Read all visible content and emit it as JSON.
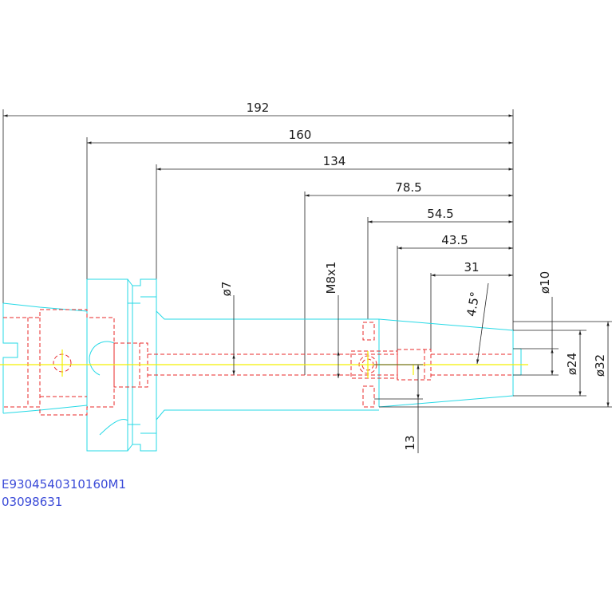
{
  "dimensions": {
    "len_192": "192",
    "len_160": "160",
    "len_134": "134",
    "len_78_5": "78.5",
    "len_54_5": "54.5",
    "len_43_5": "43.5",
    "len_31": "31",
    "dia_7": "ø7",
    "thread": "M8x1",
    "angle": "4.5°",
    "dia_10": "ø10",
    "dia_24": "ø24",
    "dia_32": "ø32",
    "len_13": "13"
  },
  "part_code": "E9304540310160M1",
  "serial": "03098631",
  "colors": {
    "outline": "#26d9e6",
    "hidden": "#e8282a",
    "centerline": "#f3f000",
    "dimension": "#222222",
    "code_text": "#3b4bd8"
  }
}
